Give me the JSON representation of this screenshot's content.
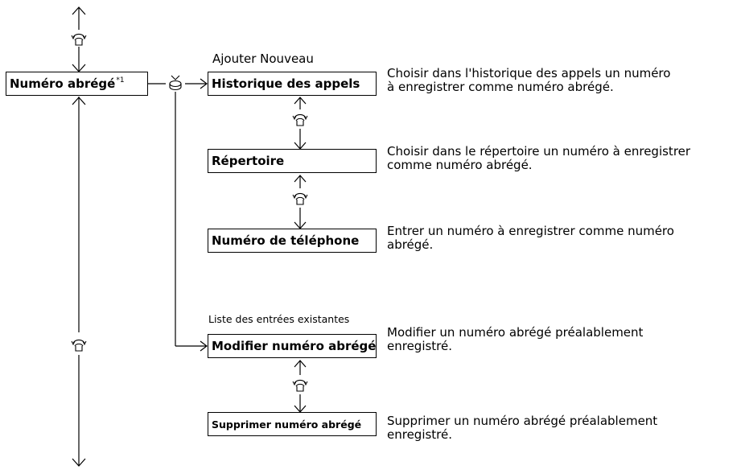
{
  "main_item": {
    "label": "Numéro abrégé",
    "footnote": "*1"
  },
  "add_new": {
    "heading": "Ajouter Nouveau",
    "items": [
      {
        "label": "Historique des appels",
        "description_lines": [
          "Choisir dans l'historique des appels un numéro",
          "à enregistrer comme numéro abrégé."
        ]
      },
      {
        "label": "Répertoire",
        "description_lines": [
          "Choisir dans le répertoire un numéro à enregistrer",
          "comme numéro abrégé."
        ]
      },
      {
        "label": "Numéro de téléphone",
        "description_lines": [
          "Entrer un numéro à enregistrer comme numéro",
          "abrégé."
        ]
      }
    ]
  },
  "existing_entries": {
    "heading": "Liste des entrées existantes",
    "items": [
      {
        "label": "Modifier numéro abrégé",
        "description_lines": [
          "Modifier un numéro abrégé préalablement",
          "enregistré."
        ]
      },
      {
        "label": "Supprimer numéro abrégé",
        "description_lines": [
          "Supprimer un numéro abrégé préalablement",
          "enregistré."
        ]
      }
    ]
  },
  "icons": {
    "rotate": "rotate-knob-icon",
    "press": "press-knob-icon"
  }
}
